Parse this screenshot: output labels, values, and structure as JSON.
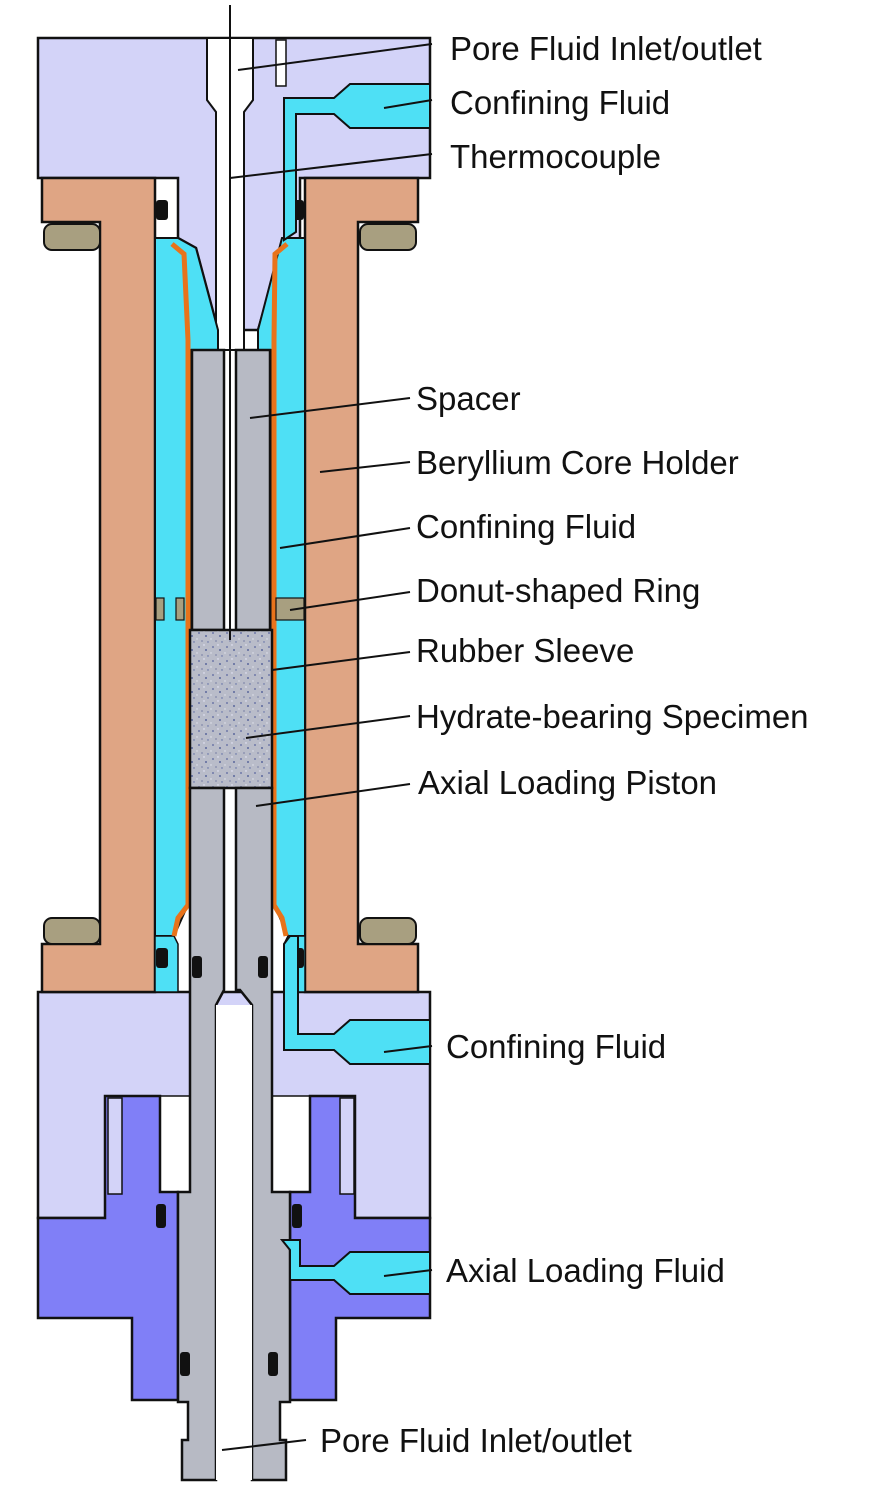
{
  "labels": {
    "pore_fluid_top": "Pore Fluid Inlet/outlet",
    "confining_fluid_top": "Confining Fluid",
    "thermocouple": "Thermocouple",
    "spacer": "Spacer",
    "beryllium_core_holder": "Beryllium Core Holder",
    "confining_fluid_mid": "Confining Fluid",
    "donut_ring": "Donut-shaped Ring",
    "rubber_sleeve": "Rubber Sleeve",
    "specimen": "Hydrate-bearing Specimen",
    "axial_piston": "Axial Loading Piston",
    "confining_fluid_bottom": "Confining Fluid",
    "axial_loading_fluid": "Axial Loading Fluid",
    "pore_fluid_bottom": "Pore Fluid Inlet/outlet"
  },
  "colors": {
    "cap_lavender": "#d3d3f8",
    "holder_tan": "#dfa584",
    "fluid_cyan": "#4ee0f5",
    "spacer_gray": "#b7bac4",
    "sleeve_orange": "#e8731b",
    "piston_purple": "#7f7cf6",
    "ring_olive": "#a89f80",
    "specimen_gray": "#b8bcc8",
    "outline": "#111111"
  }
}
